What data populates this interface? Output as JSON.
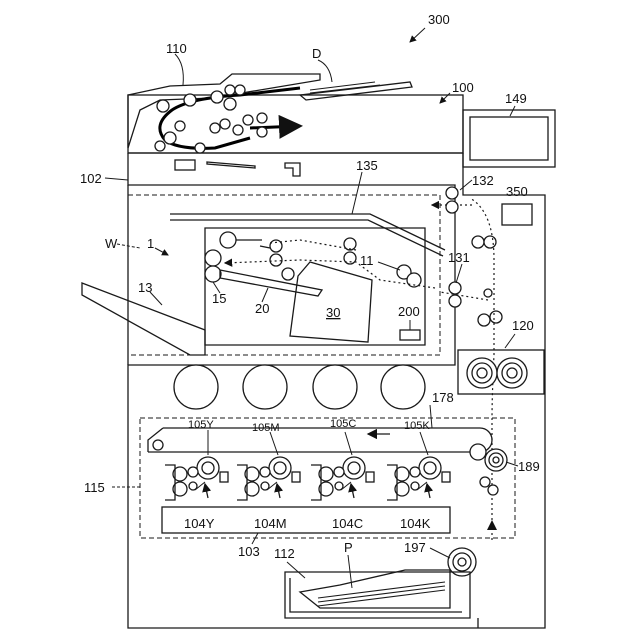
{
  "labels": {
    "device_system": "300",
    "apparatus": "100",
    "scanner": "110",
    "document": "D",
    "panel": "149",
    "body_frame": "102",
    "path_135": "135",
    "roller_132": "132",
    "unit_350": "350",
    "region_w": "W",
    "finisher": "1",
    "roller_11": "11",
    "roller_131": "131",
    "tray_13": "13",
    "part_15": "15",
    "part_20": "20",
    "stapler_30": "30",
    "unit_200": "200",
    "fixing_120": "120",
    "belt_178": "178",
    "drum_105Y": "105Y",
    "drum_105M": "105M",
    "drum_105C": "105C",
    "drum_105K": "105K",
    "roller_189": "189",
    "image_unit_115": "115",
    "dev_104Y": "104Y",
    "dev_104M": "104M",
    "dev_104C": "104C",
    "dev_104K": "104K",
    "exposure_103": "103",
    "cassette_112": "112",
    "paper_P": "P",
    "roller_197": "197"
  }
}
